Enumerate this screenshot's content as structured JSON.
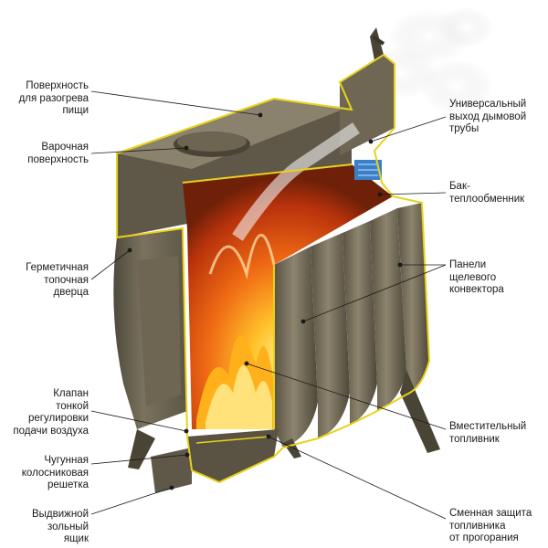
{
  "diagram": {
    "labels_left": [
      {
        "id": "surface-heating",
        "lines": [
          "Поверхность",
          "для разогрева",
          "пищи"
        ]
      },
      {
        "id": "cooking-surface",
        "lines": [
          "Варочная",
          "поверхность"
        ]
      },
      {
        "id": "sealed-door",
        "lines": [
          "Герметичная",
          "топочная",
          "дверца"
        ]
      },
      {
        "id": "air-valve",
        "lines": [
          "Клапан",
          "тонкой",
          "регулировки",
          "подачи воздуха"
        ]
      },
      {
        "id": "cast-grate",
        "lines": [
          "Чугунная",
          "колосниковая",
          "решетка"
        ]
      },
      {
        "id": "ash-drawer",
        "lines": [
          "Выдвижной",
          "зольный",
          "ящик"
        ]
      }
    ],
    "labels_right": [
      {
        "id": "chimney-outlet",
        "lines": [
          "Универсальный",
          "выход дымовой",
          "трубы"
        ]
      },
      {
        "id": "heat-exchanger-tank",
        "lines": [
          "Бак-",
          "теплообменник"
        ]
      },
      {
        "id": "convector-panels",
        "lines": [
          "Панели",
          "щелевого",
          "конвектора"
        ]
      },
      {
        "id": "firebox",
        "lines": [
          "Вместительный",
          "топливник"
        ]
      },
      {
        "id": "firebox-protection",
        "lines": [
          "Сменная защита",
          "топливника",
          "от прогорания"
        ]
      }
    ]
  },
  "colors": {
    "stove_body": "#6b6352",
    "stove_dark": "#4a4436",
    "cutaway_edge": "#e8d21a",
    "fire_orange": "#f07a1a",
    "fire_yellow": "#ffd23a",
    "smoke": "#e9e9e9",
    "tank_blue": "#3a7fc8"
  }
}
